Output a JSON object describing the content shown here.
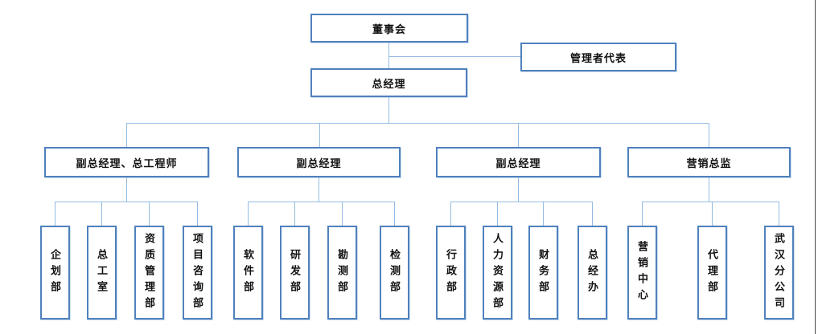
{
  "colors": {
    "box_border": "#4F81BD",
    "connector": "#94BBE2",
    "page_edge": "#454545",
    "text": "#111111"
  },
  "org_chart": {
    "root": {
      "label": "董事会"
    },
    "management_rep": {
      "label": "管理者代表"
    },
    "general_manager": {
      "label": "总经理"
    },
    "branches": [
      {
        "label": "副总经理、总工程师",
        "children": [
          "企划部",
          "总工室",
          "资质管理部",
          "项目咨询部"
        ]
      },
      {
        "label": "副总经理",
        "children": [
          "软件部",
          "研发部",
          "勘测部",
          "检测部"
        ]
      },
      {
        "label": "副总经理",
        "children": [
          "行政部",
          "人力资源部",
          "财务部",
          "总经办"
        ]
      },
      {
        "label": "营销总监",
        "children": [
          "营销中心",
          "代理部",
          "武汉分公司"
        ]
      }
    ]
  }
}
